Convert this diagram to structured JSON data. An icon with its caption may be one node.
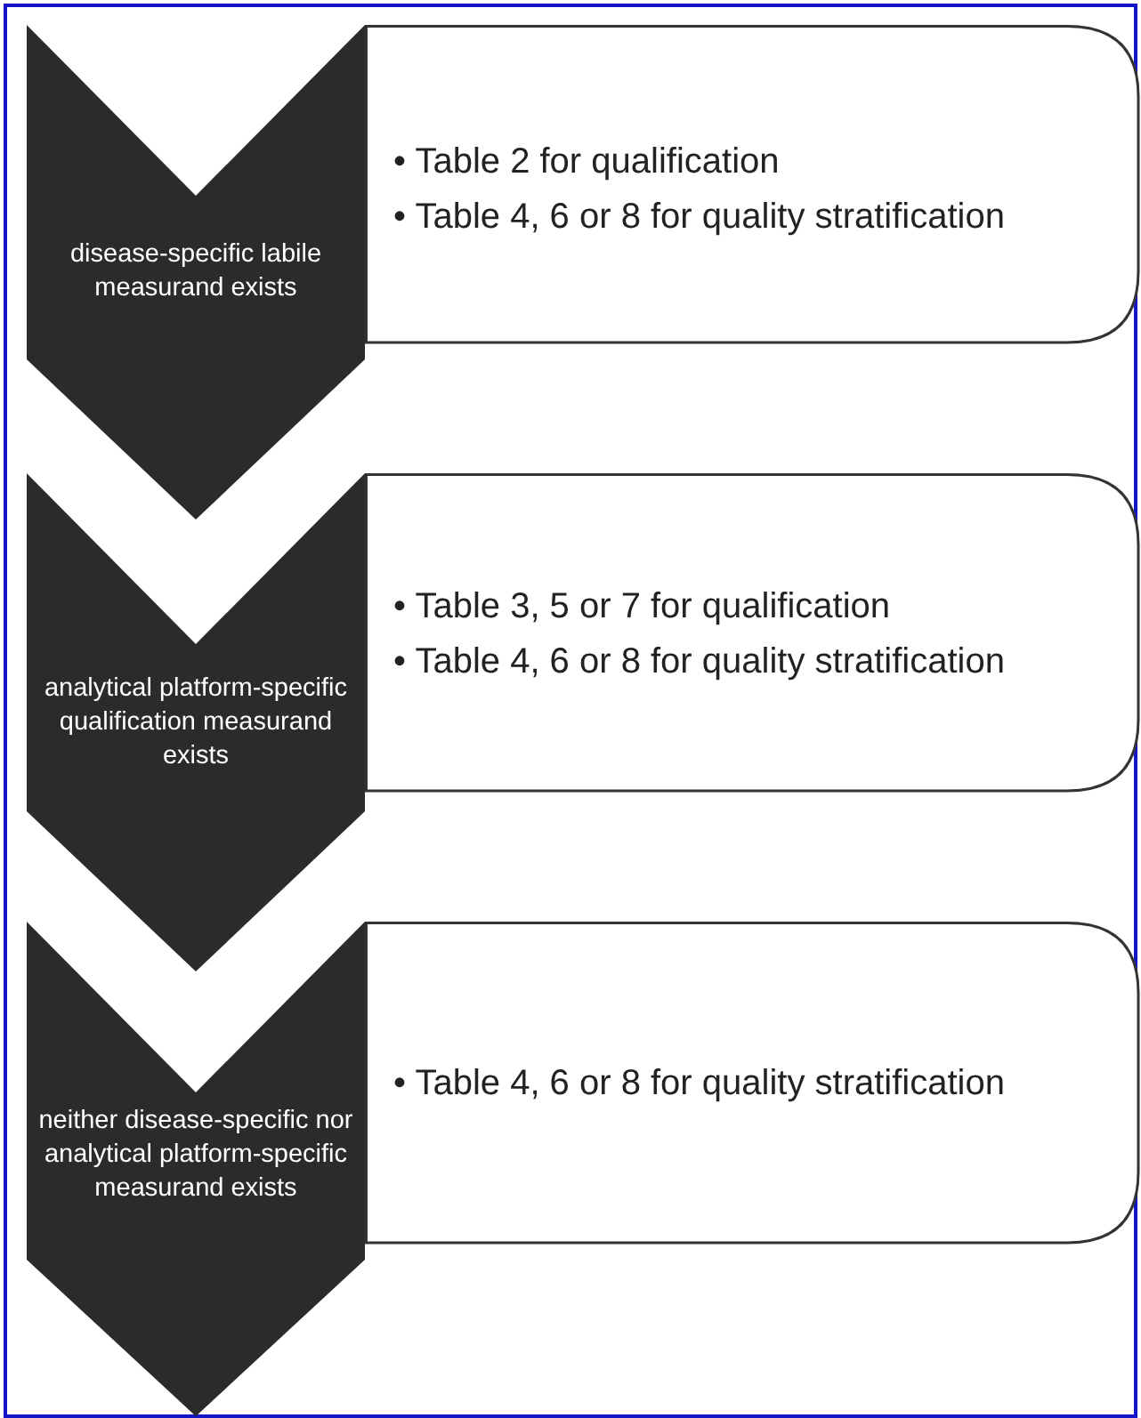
{
  "diagram": {
    "nodes": [
      {
        "text": [
          "disease-specific labile measurand exists"
        ]
      },
      {
        "text": [
          "• Table 2 for qualification",
          "• Table 4, 6 or 8 for quality stratification"
        ]
      },
      {
        "text": [
          "analytical platform-specific qualification measurand exists"
        ]
      },
      {
        "text": [
          "• Table 3, 5 or 7 for qualification",
          "• Table 4, 6 or 8 for quality stratification"
        ]
      },
      {
        "text": [
          "neither disease-specific nor analytical platform-specific measurand exists"
        ]
      },
      {
        "text": [
          "• Table 4, 6 or 8 for quality stratification"
        ]
      }
    ]
  }
}
